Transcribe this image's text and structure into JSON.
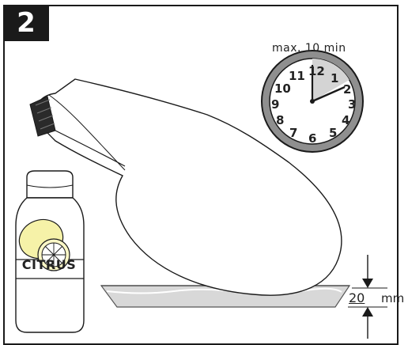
{
  "step_number": "2",
  "clock": {
    "caption": "max. 10 min",
    "numerals": [
      "12",
      "1",
      "2",
      "3",
      "4",
      "5",
      "6",
      "7",
      "8",
      "9",
      "10",
      "11"
    ],
    "hand_positions": {
      "hour": "2",
      "minute": "12"
    }
  },
  "bottle": {
    "label": "CITRUS"
  },
  "dimension": {
    "value": "20",
    "unit": "mm"
  },
  "colors": {
    "outline": "#1a1a1a",
    "clock_face": "#ffffff",
    "clock_rim": "#9a9a9a",
    "shaded_sector": "#d4d4d4",
    "lemon": "#f6f2a8",
    "liquid": "#d8d8d8"
  }
}
